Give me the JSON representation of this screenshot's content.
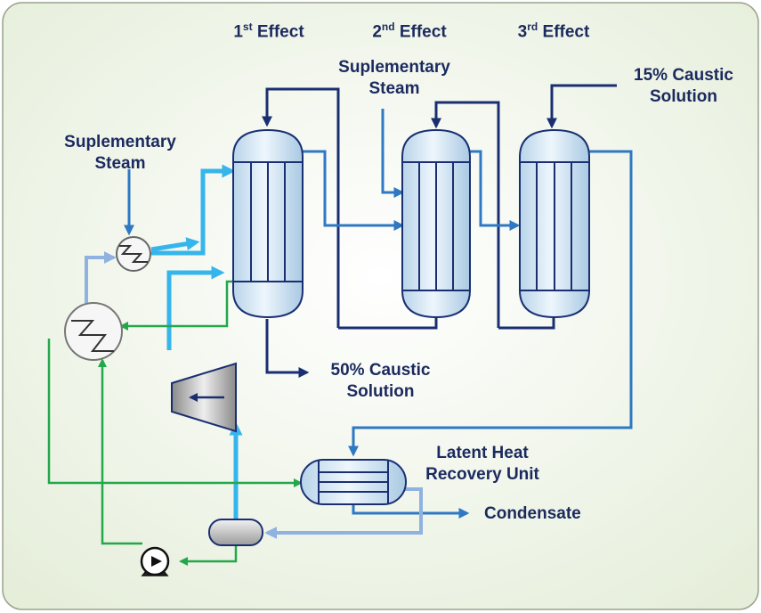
{
  "labels": {
    "effect1": {
      "num": "1",
      "sup": "st",
      "text": " Effect"
    },
    "effect2": {
      "num": "2",
      "sup": "nd",
      "text": " Effect"
    },
    "effect3": {
      "num": "3",
      "sup": "rd",
      "text": " Effect"
    },
    "supp_steam_left": [
      "Suplementary",
      "Steam"
    ],
    "supp_steam_top": [
      "Suplementary",
      "Steam"
    ],
    "caustic_15": [
      "15% Caustic",
      "Solution"
    ],
    "caustic_50": [
      "50% Caustic",
      "Solution"
    ],
    "latent_heat": [
      "Latent Heat",
      "Recovery Unit"
    ],
    "condensate": "Condensate"
  },
  "colors": {
    "text": "#1b2a5e",
    "background_gradient": [
      "#ffffff",
      "#e4edd8"
    ],
    "dark_blue": "#1a2f72",
    "medium_blue": "#2e78c4",
    "light_blue": "#35b5ec",
    "pale_blue": "#8fb2e0",
    "green": "#22a84a",
    "vessel_fill": "#cfe3f1",
    "gray_fill": "#b5b5b5"
  },
  "icons": [
    "evaporator-vessel",
    "heat-exchanger-icon",
    "compressor-icon",
    "pump-icon",
    "separator-drum",
    "shell-tube-exchanger"
  ]
}
